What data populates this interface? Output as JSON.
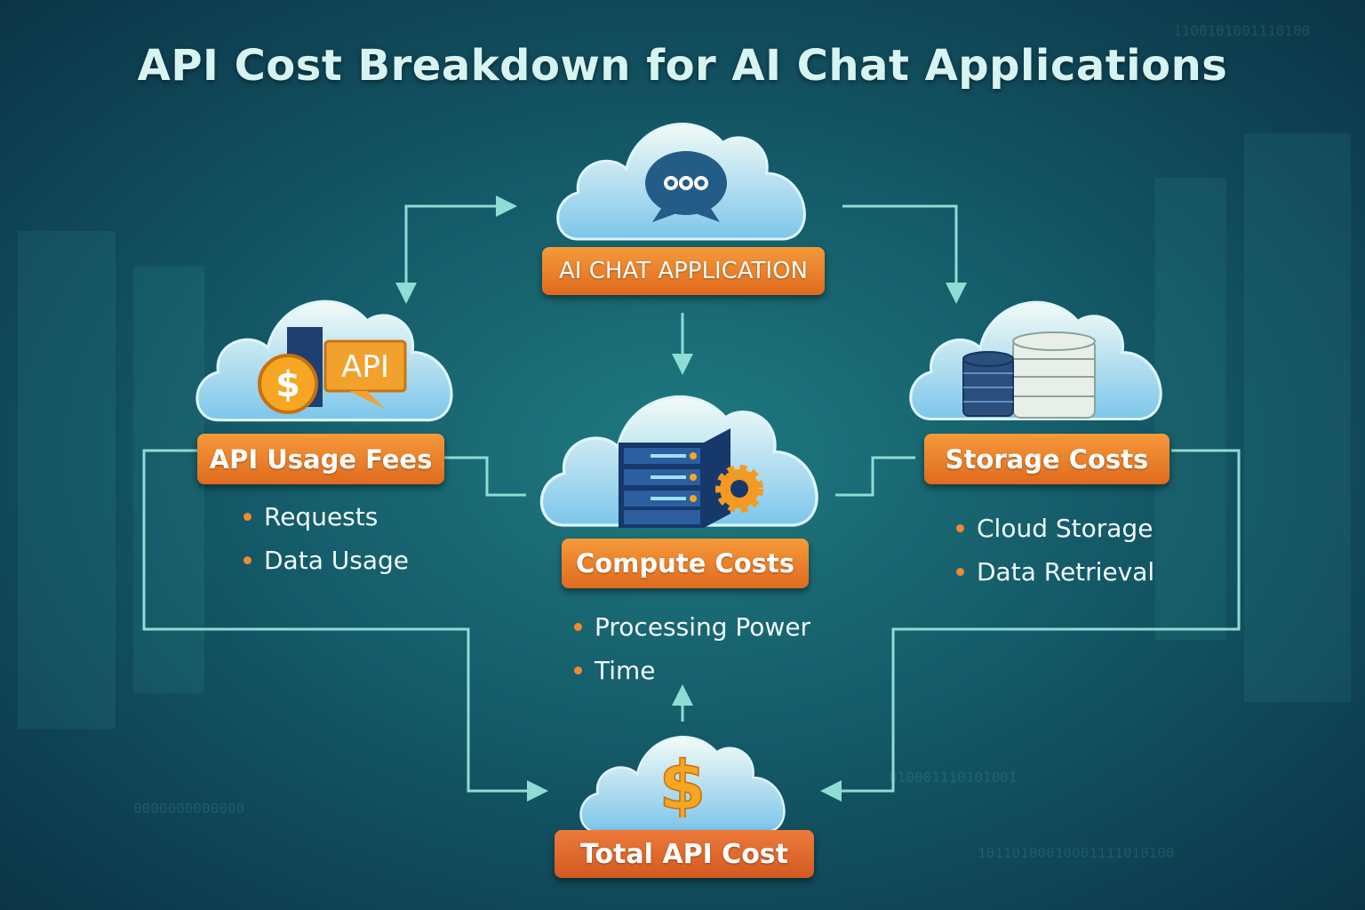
{
  "title": "API Cost Breakdown for AI Chat Applications",
  "nodes": {
    "app": {
      "label": "AI CHAT APPLICATION",
      "icon": "chat-bubble-icon"
    },
    "api": {
      "label": "API Usage Fees",
      "icon": "api-dollar-icon",
      "bullets": [
        "Requests",
        "Data Usage"
      ]
    },
    "compute": {
      "label": "Compute Costs",
      "icon": "server-gear-icon",
      "bullets": [
        "Processing Power",
        "Time"
      ]
    },
    "storage": {
      "label": "Storage Costs",
      "icon": "database-icon",
      "bullets": [
        "Cloud Storage",
        "Data Retrieval"
      ]
    },
    "total": {
      "label": "Total API Cost",
      "icon": "dollar-icon"
    },
    "api_badge_text": "API",
    "coin_text": "$"
  },
  "colors": {
    "accent": "#ee7a28",
    "connector": "#8fdcd4",
    "background": "#145a68"
  }
}
